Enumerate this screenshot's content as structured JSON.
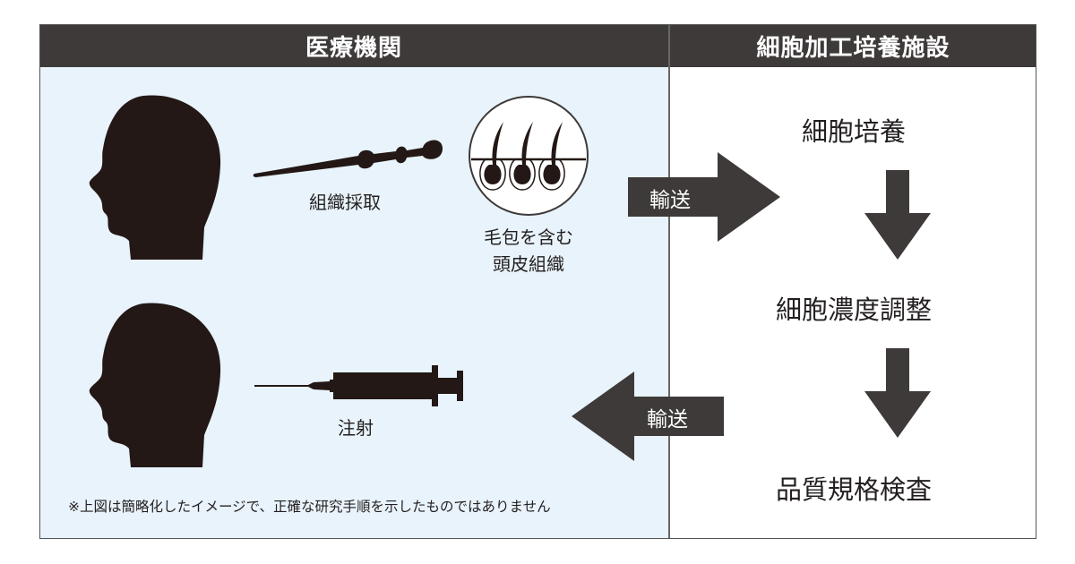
{
  "headers": {
    "left": "医療機関",
    "right": "細胞加工培養施設"
  },
  "left_panel": {
    "upper_row": {
      "head_icon": "head-silhouette",
      "tool_icon": "biopsy-punch",
      "tool_label": "組織採取",
      "follicle_icon": "hair-follicle-circle",
      "follicle_label_line1": "毛包を含む",
      "follicle_label_line2": "頭皮組織"
    },
    "lower_row": {
      "head_icon": "head-silhouette",
      "tool_icon": "syringe",
      "tool_label": "注射"
    },
    "note": "※上図は簡略化したイメージで、正確な研究手順を示したものではありません"
  },
  "transport": {
    "to_facility": "輸送",
    "to_clinic": "輸送"
  },
  "right_panel": {
    "steps": [
      "細胞培養",
      "細胞濃度調整",
      "品質規格検査"
    ]
  },
  "colors": {
    "header_bg": "#3e3a39",
    "left_panel_bg": "#e8f3fb",
    "silhouette": "#231815",
    "arrow": "#3e3a39"
  }
}
